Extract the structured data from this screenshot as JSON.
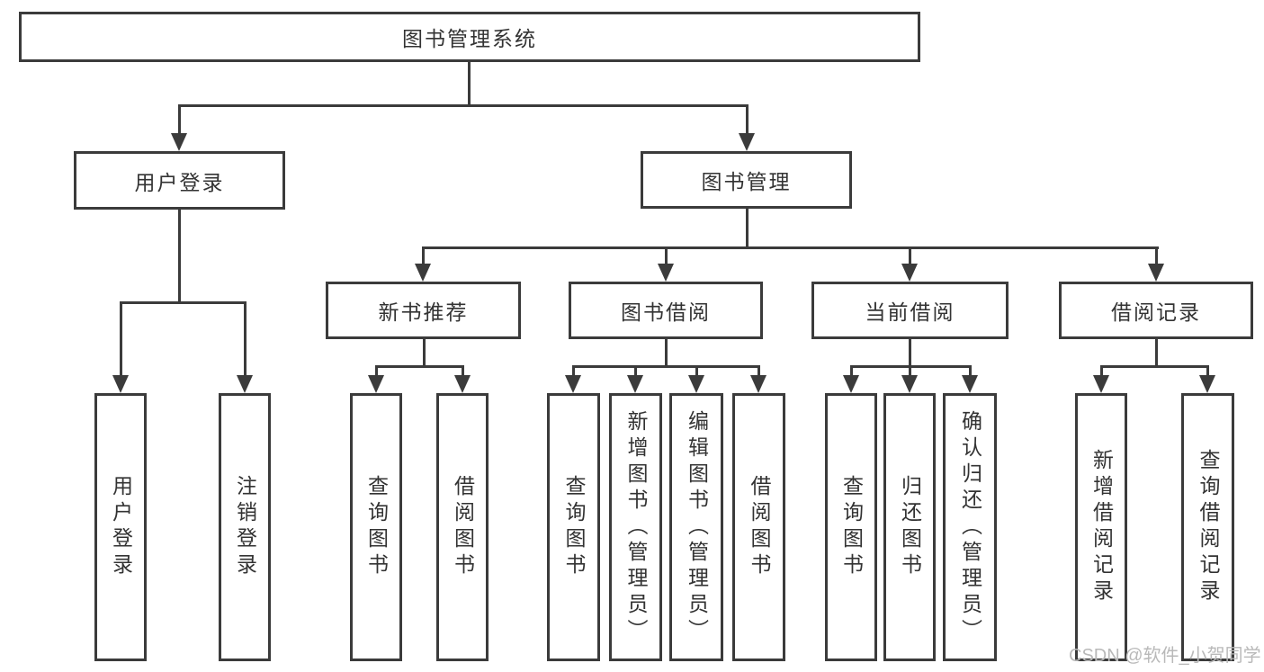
{
  "diagram": {
    "root": {
      "label": "图书管理系统"
    },
    "level2": {
      "user_login": {
        "label": "用户登录"
      },
      "book_management": {
        "label": "图书管理"
      }
    },
    "level3": {
      "new_book_recommend": {
        "label": "新书推荐"
      },
      "book_borrowing": {
        "label": "图书借阅"
      },
      "current_borrowing": {
        "label": "当前借阅"
      },
      "borrowing_records": {
        "label": "借阅记录"
      }
    },
    "leaves": {
      "user_login": {
        "label": "用户登录"
      },
      "logout": {
        "label": "注销登录"
      },
      "query_books_recommend": {
        "label": "查询图书"
      },
      "borrow_books_recommend": {
        "label": "借阅图书"
      },
      "query_books_borrowing": {
        "label": "查询图书"
      },
      "add_books_admin": {
        "label": "新增图书（管理员）"
      },
      "edit_books_admin": {
        "label": "编辑图书（管理员）"
      },
      "borrow_books_borrowing": {
        "label": "借阅图书"
      },
      "query_books_current": {
        "label": "查询图书"
      },
      "return_books": {
        "label": "归还图书"
      },
      "confirm_return_admin": {
        "label": "确认归还（管理员）"
      },
      "add_borrow_record": {
        "label": "新增借阅记录"
      },
      "query_borrow_record": {
        "label": "查询借阅记录"
      }
    },
    "watermark": {
      "label": "CSDN @软件_小贺同学"
    },
    "colors": {
      "line": "#3b3b3b",
      "text": "#333333",
      "watermark": "#b9b9b9",
      "background": "#ffffff"
    }
  }
}
